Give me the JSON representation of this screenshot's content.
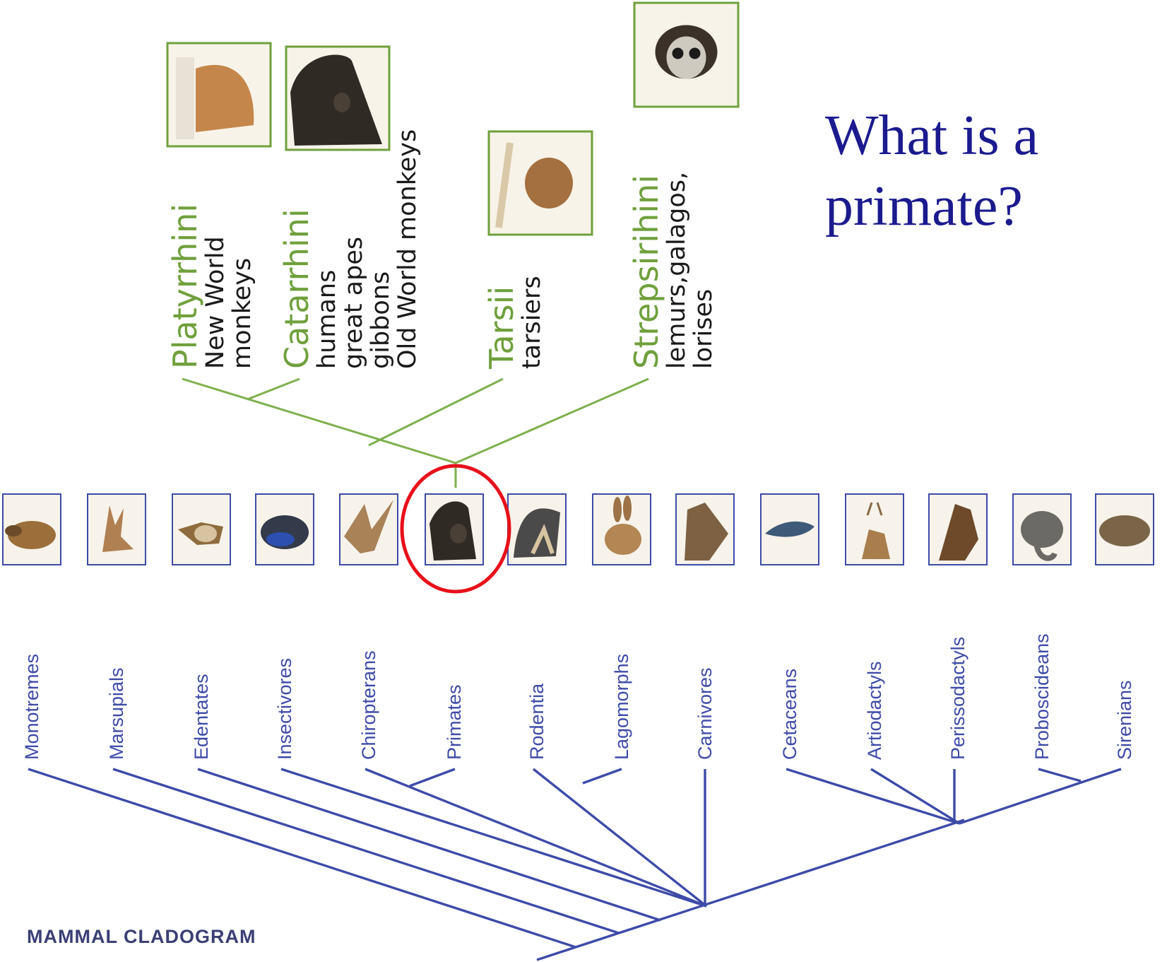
{
  "question": {
    "line1": "What is a",
    "line2": "primate?"
  },
  "caption": "MAMMAL CLADOGRAM",
  "colors": {
    "mammal_tree": "#3d4ba8",
    "primate_tree": "#7fb04e",
    "highlight": "#e8101a",
    "frame_blue": "#3d4ba8",
    "frame_green": "#6fa03c"
  },
  "mammal_groups": [
    {
      "label": "Monotremes",
      "icon": "platypus-icon"
    },
    {
      "label": "Marsupials",
      "icon": "kangaroo-icon"
    },
    {
      "label": "Edentates",
      "icon": "anteater-icon"
    },
    {
      "label": "Insectivores",
      "icon": "hedgehog-icon"
    },
    {
      "label": "Chiropterans",
      "icon": "bat-icon"
    },
    {
      "label": "Primates",
      "icon": "chimpanzee-icon"
    },
    {
      "label": "Rodentia",
      "icon": "squirrel-icon"
    },
    {
      "label": "Lagomorphs",
      "icon": "rabbit-icon"
    },
    {
      "label": "Carnivores",
      "icon": "wolf-icon"
    },
    {
      "label": "Cetaceans",
      "icon": "dolphin-icon"
    },
    {
      "label": "Artiodactyls",
      "icon": "deer-icon"
    },
    {
      "label": "Perissodactyls",
      "icon": "horse-icon"
    },
    {
      "label": "Proboscideans",
      "icon": "elephant-icon"
    },
    {
      "label": "Sirenians",
      "icon": "manatee-icon"
    }
  ],
  "primate_groups": [
    {
      "name": "Platyrrhini",
      "lines": [
        "New World",
        "monkeys"
      ],
      "icon": "new-world-monkey-icon"
    },
    {
      "name": "Catarrhini",
      "lines": [
        "humans",
        "great apes",
        "gibbons",
        "Old World monkeys"
      ],
      "icon": "chimpanzee-icon"
    },
    {
      "name": "Tarsii",
      "lines": [
        "tarsiers"
      ],
      "icon": "tarsier-icon"
    },
    {
      "name": "Strepsirihini",
      "lines": [
        "lemurs,galagos,",
        "lorises"
      ],
      "icon": "lemur-icon"
    }
  ]
}
